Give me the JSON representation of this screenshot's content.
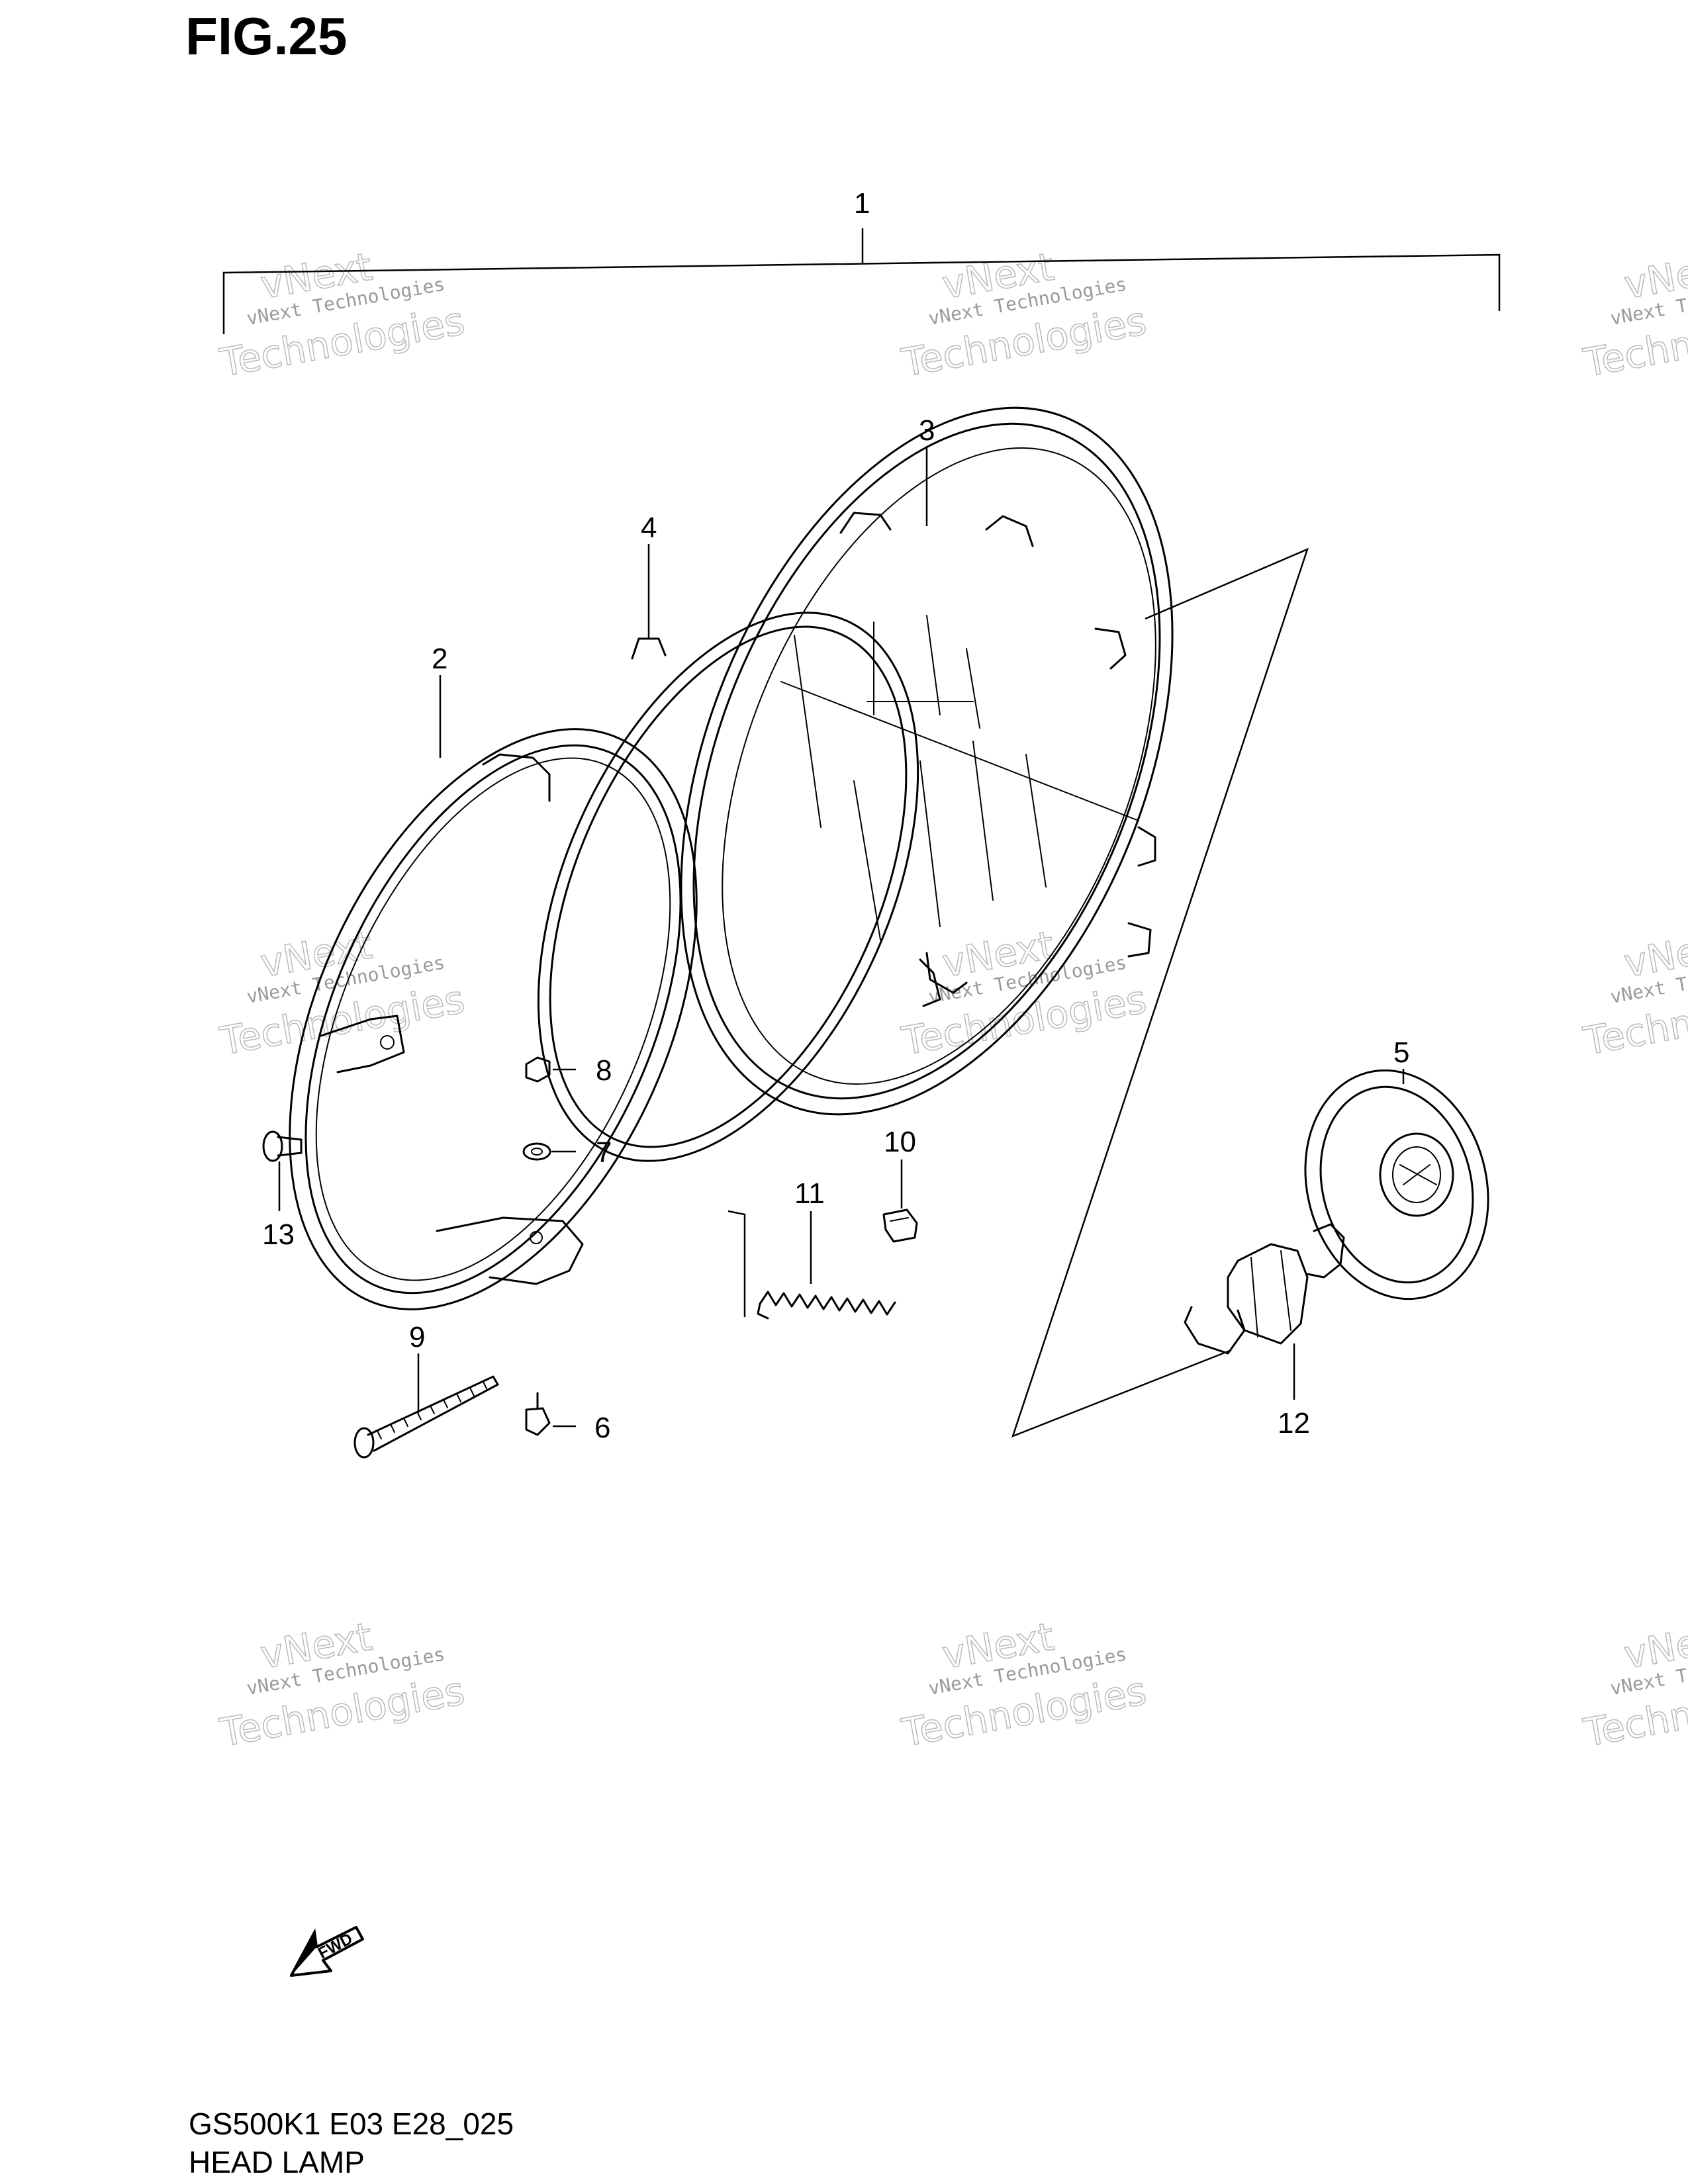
{
  "figure": {
    "title": "FIG.25"
  },
  "watermark": {
    "line1": "vNext Technologies",
    "line2": "vNext",
    "line3": "Technologies"
  },
  "callouts": {
    "c1": "1",
    "c2": "2",
    "c3": "3",
    "c4": "4",
    "c5": "5",
    "c6": "6",
    "c7": "7",
    "c8": "8",
    "c9": "9",
    "c10": "10",
    "c11": "11",
    "c12": "12",
    "c13": "13"
  },
  "fwd_arrow": {
    "label": "FWD"
  },
  "footer": {
    "model_code": "GS500K1 E03 E28_025",
    "section_name": "HEAD LAMP"
  }
}
